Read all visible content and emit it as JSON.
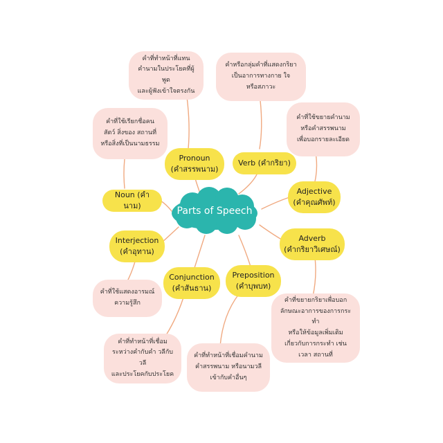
{
  "colors": {
    "center": "#2bb5ad",
    "node": "#f7e24b",
    "note": "#fbe0dc",
    "link": "#f0a980"
  },
  "center": {
    "label": "Parts of Speech"
  },
  "nodes": {
    "pronoun": {
      "line1": "Pronoun",
      "line2": "(คำสรรพนาม)"
    },
    "verb": {
      "line1": "Verb (คำกริยา)"
    },
    "noun": {
      "line1": "Noun (คำนาม)"
    },
    "adjective": {
      "line1": "Adjective",
      "line2": "(คำคุณศัพท์)"
    },
    "interjection": {
      "line1": "Interjection",
      "line2": "(คำอุทาน)"
    },
    "adverb": {
      "line1": "Adverb",
      "line2": "(คำกริยาวิเศษณ์)"
    },
    "conjunction": {
      "line1": "Conjunction",
      "line2": "(คำสันธาน)"
    },
    "preposition": {
      "line1": "Preposition",
      "line2": "(คำบุพบท)"
    }
  },
  "notes": {
    "pronoun": "คำที่ทำหน้าที่แทน\nคำนามในประโยคที่ผู้พูด\nและผู้ฟังเข้าใจตรงกัน",
    "verb": "คำหรือกลุ่มคำที่แสดงกริยา\nเป็นอาการทางกาย ใจ\nหรือสภาวะ",
    "noun": "คำที่ใช้เรียกชื่อคน\nสัตว์ สิ่งของ สถานที่\nหรือสิ่งที่เป็นนามธรรม",
    "adjective": "คำที่ใช้ขยายคำนาม\nหรือคำสรรพนาม\nเพื่อบอกรายละเอียด",
    "interjection": "คำที่ใช้แสดงอารมณ์\nความรู้สึก",
    "adverb": "คำที่ขยายกริยาเพื่อบอก\nลักษณะอาการของการกระทำ\nหรือให้ข้อมูลเพิ่มเติม\nเกี่ยวกับการกระทำ เช่น\nเวลา สถานที่",
    "conjunction": "คำที่ทำหน้าที่เชื่อม\nระหว่างคำกับคำ วลีกับวลี\nและประโยคกับประโยค",
    "preposition": "คำที่ทำหน้าที่เชื่อมคำนาม\nคำสรรพนาม หรือนามวลี\nเข้ากับคำอื่นๆ"
  }
}
